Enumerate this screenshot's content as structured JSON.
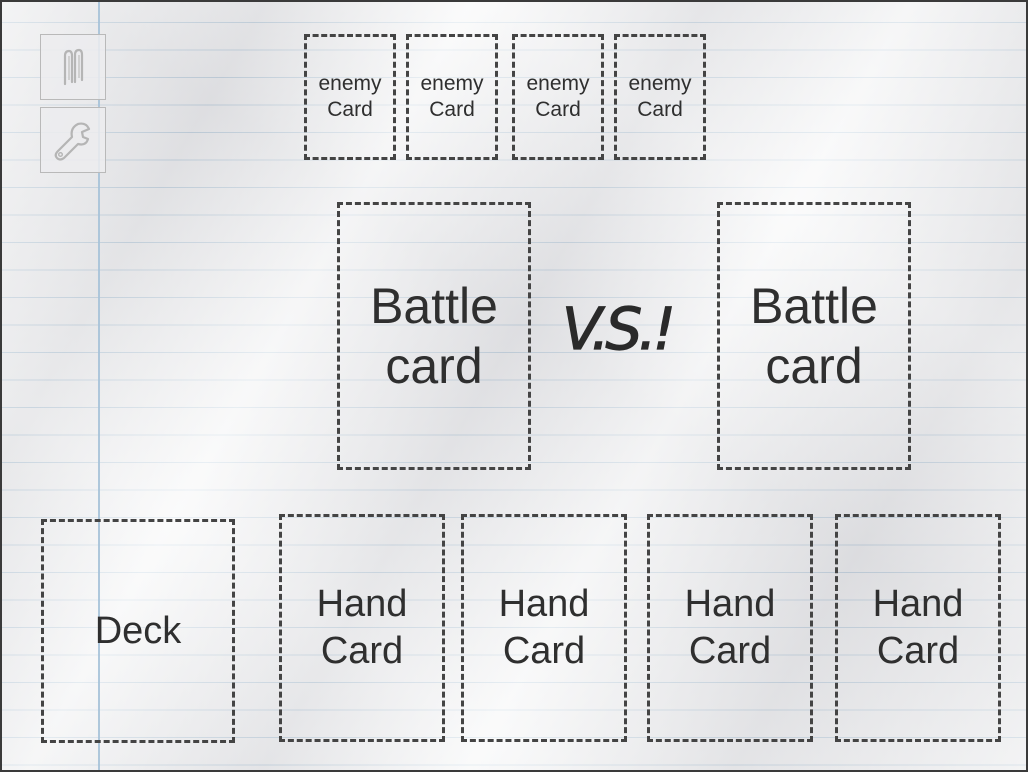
{
  "toolbar": {
    "pause_icon": "pause-icon",
    "settings_icon": "wrench-icon"
  },
  "enemy_cards": [
    {
      "label": "enemy\nCard"
    },
    {
      "label": "enemy\nCard"
    },
    {
      "label": "enemy\nCard"
    },
    {
      "label": "enemy\nCard"
    }
  ],
  "battle": {
    "player_card": "Battle\ncard",
    "enemy_card": "Battle\ncard",
    "vs_label": "V.S.!"
  },
  "deck": {
    "label": "Deck"
  },
  "hand_cards": [
    {
      "label": "Hand\nCard"
    },
    {
      "label": "Hand\nCard"
    },
    {
      "label": "Hand\nCard"
    },
    {
      "label": "Hand\nCard"
    }
  ],
  "colors": {
    "paper": "#eeeff0",
    "rule_line": "#a9c3d6",
    "margin_line": "#a6c2d8",
    "border": "#444444",
    "text": "#2f2f2f"
  }
}
